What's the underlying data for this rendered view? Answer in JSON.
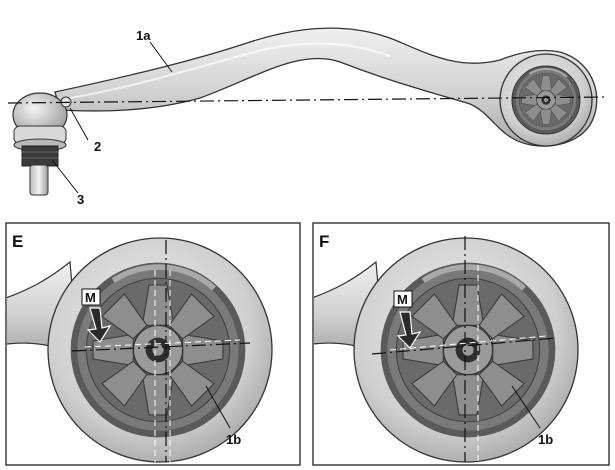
{
  "top_view": {
    "labels": {
      "arm": "1a",
      "ball_joint": "2",
      "stud": "3"
    }
  },
  "panel_e": {
    "letter": "E",
    "marker": "M",
    "bushing_label": "1b"
  },
  "panel_f": {
    "letter": "F",
    "marker": "M",
    "bushing_label": "1b"
  },
  "colors": {
    "arm_fill": "#d6d6d6",
    "arm_shadow": "#9a9a9a",
    "bushing_dark": "#6e6e6e",
    "bushing_mid": "#8c8c8c",
    "line": "#111111",
    "panel_border": "#222222"
  }
}
